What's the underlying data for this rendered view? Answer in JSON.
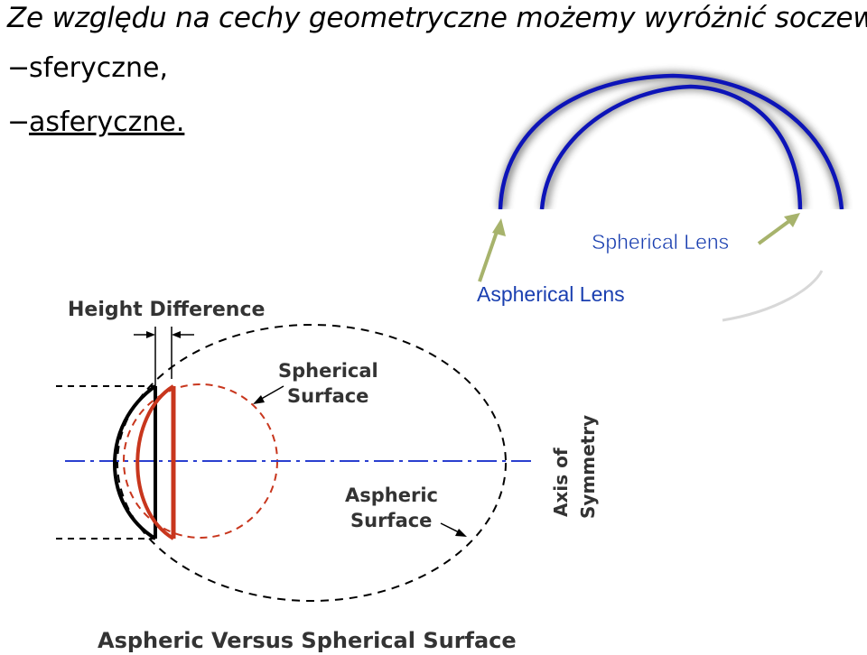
{
  "slide": {
    "title": "Ze względu na cechy geometryczne możemy wyróżnić soczewki:",
    "bullets": [
      {
        "dash": "−",
        "text": "sferyczne,"
      },
      {
        "dash": "−",
        "text": "asferyczne."
      }
    ]
  },
  "lens_illustration": {
    "spherical_label": "Spherical Lens",
    "aspherical_label": "Aspherical Lens",
    "colors": {
      "lens_outline": "#0d14b8",
      "label_text": "#1a3fb0",
      "arrow": "#a7b36c"
    }
  },
  "surface_diagram": {
    "height_difference_label": "Height Difference",
    "spherical_surface_label": [
      "Spherical",
      "Surface"
    ],
    "aspheric_surface_label": [
      "Aspheric",
      "Surface"
    ],
    "axis_label": [
      "Axis of",
      "Symmetry"
    ],
    "caption": "Aspheric Versus Spherical Surface",
    "colors": {
      "spherical": "#c8361d",
      "aspheric": "#000000",
      "axis": "#2a3fd0"
    }
  }
}
